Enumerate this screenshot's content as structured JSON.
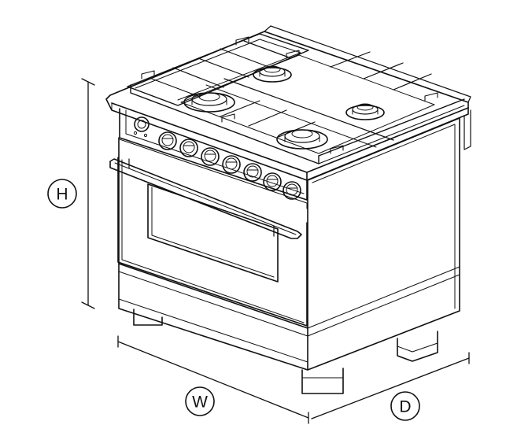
{
  "diagram": {
    "subject": "range-cooker-line-drawing",
    "dimensions": {
      "height_label": "H",
      "width_label": "W",
      "depth_label": "D"
    },
    "colors": {
      "stroke": "#111111",
      "background": "#ffffff"
    }
  }
}
